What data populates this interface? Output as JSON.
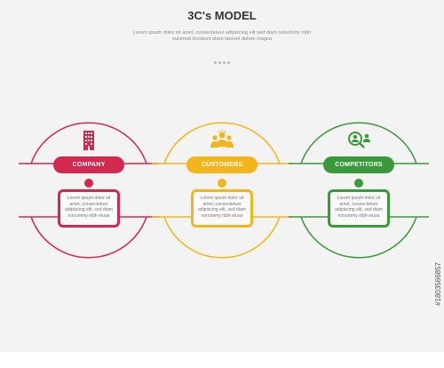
{
  "header": {
    "title": "3C's MODEL",
    "subtitle": "Lorem ipsum dolor sit amet, consectetuer adipiscing elit sed diam nonummy nibh euismod tincidunt utare laoreet dolore magna"
  },
  "cards": [
    {
      "label": "COMPANY",
      "body": "Lorem ipsum dolor sit amet, consectetuer adipiscing elit, sed diam nonummy nibh eiusa",
      "color": "#d4294f",
      "icon": "building-icon"
    },
    {
      "label": "CUSTOMERS",
      "body": "Lorem ipsum dolor sit amet, consectetuer adipiscing elit, sed diam nonummy nibh eiusa",
      "color": "#f3b51b",
      "icon": "group-icon"
    },
    {
      "label": "COMPETITORS",
      "body": "Lorem ipsum dolor sit amet, consectetuer adipiscing elit, sed diam nonummy nibh eiusa",
      "color": "#3a9a3a",
      "icon": "search-people-icon"
    }
  ],
  "watermark": "#1803566857"
}
